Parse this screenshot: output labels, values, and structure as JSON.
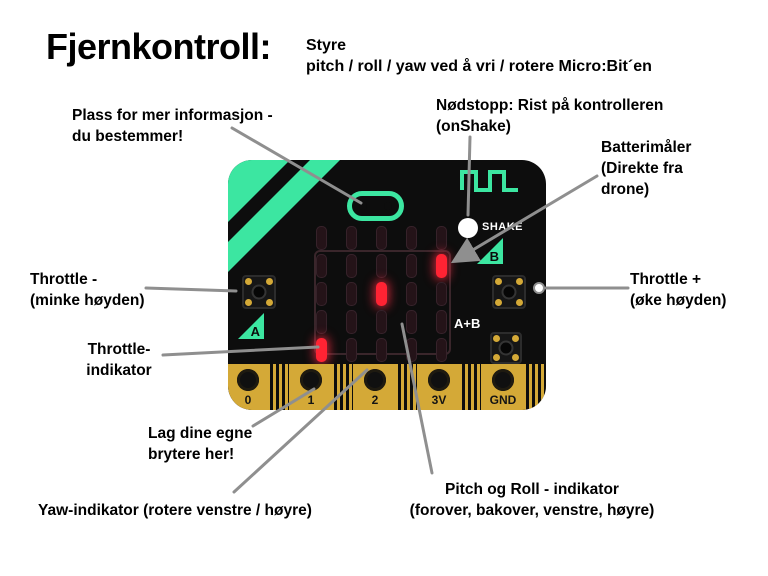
{
  "header": {
    "title": "Fjernkontroll:",
    "subtitle_line1": "Styre",
    "subtitle_line2": "pitch / roll / yaw ved å vri / rotere Micro:Bit´en"
  },
  "annotations": {
    "info": "Plass for mer informasjon -\ndu bestemmer!",
    "emergency": "Nødstopp: Rist på kontrolleren\n(onShake)",
    "battery": "Batterimåler\n(Direkte fra\ndrone)",
    "throttle_minus": "Throttle -\n(minke høyden)",
    "throttle_plus": "Throttle +\n(øke høyden)",
    "throttle_indicator": "Throttle-\nindikator",
    "custom_switches": "Lag dine egne\nbrytere her!",
    "yaw_indicator": "Yaw-indikator (rotere venstre / høyre)",
    "pitch_roll_indicator": "Pitch og Roll - indikator\n(forover, bakover, venstre, høyre)"
  },
  "device": {
    "shake_label": "SHAKE",
    "button_a_label": "A",
    "button_b_label": "B",
    "ab_label": "A+B",
    "pins": [
      "0",
      "1",
      "2",
      "3V",
      "GND"
    ],
    "led_matrix": {
      "cols": 5,
      "rows": 5,
      "lit": [
        [
          4,
          1
        ],
        [
          2,
          2
        ],
        [
          0,
          4
        ]
      ]
    },
    "colors": {
      "body": "#0d0d0d",
      "accent_green": "#3ce6a1",
      "led_lit": "#ff2333",
      "led_unlit": "#241318",
      "connector_gold": "#d4a937"
    }
  }
}
